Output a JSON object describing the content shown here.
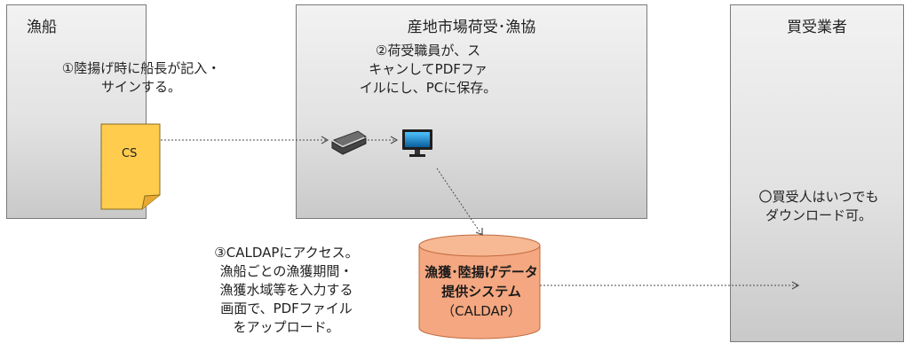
{
  "panels": {
    "fishing_boat": {
      "title": "漁船"
    },
    "market": {
      "title": "産地市場荷受･漁協"
    },
    "buyer": {
      "title": "買受業者"
    }
  },
  "notes": {
    "step1": [
      "①陸揚げ時に船長が記入・",
      "サインする。"
    ],
    "step2": [
      "②荷受職員が、ス",
      "キャンしてPDFファ",
      "イルにし、PCに保存。"
    ],
    "step3": [
      "③CALDAPにアクセス。",
      "漁船ごとの漁獲期間・",
      "漁獲水域等を入力する",
      "画面で、PDFファイル",
      "をアップロード。"
    ],
    "buyer": [
      "〇買受人はいつでも",
      "ダウンロード可。"
    ]
  },
  "document": {
    "label": "CS"
  },
  "database": {
    "line1": "漁獲･陸揚げデータ",
    "line2": "提供システム",
    "line3": "（CALDAP）"
  },
  "icons": {
    "document": "document-icon",
    "scanner": "scanner-icon",
    "computer": "computer-monitor-icon",
    "database": "database-cylinder-icon"
  },
  "colors": {
    "document_fill": "#ffcc4d",
    "database_fill": "#f4a780",
    "panel_border": "#7a7a7a"
  }
}
